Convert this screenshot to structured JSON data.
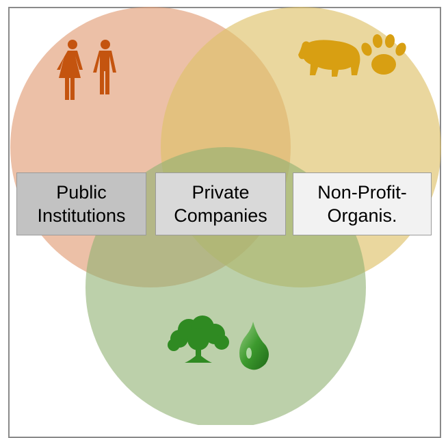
{
  "boxes": [
    {
      "lines": [
        "Public",
        "Institutions"
      ],
      "fill": "#c2c2c2"
    },
    {
      "lines": [
        "Private",
        "Companies"
      ],
      "fill": "#d9d9d9"
    },
    {
      "lines": [
        "Non-Profit-",
        "Organis."
      ],
      "fill": "#f2f2f2"
    }
  ],
  "circles": {
    "people": {
      "color": "#e29e78",
      "icon_color": "#c4540f",
      "icons": [
        "woman-icon",
        "man-icon"
      ]
    },
    "animals": {
      "color": "#dfc16a",
      "icon_color": "#d89f12",
      "icons": [
        "bear-icon",
        "paw-icon"
      ]
    },
    "nature": {
      "color": "#8fb172",
      "icon_color": "#2f8a22",
      "icons": [
        "tree-icon",
        "water-drop-icon"
      ]
    }
  }
}
